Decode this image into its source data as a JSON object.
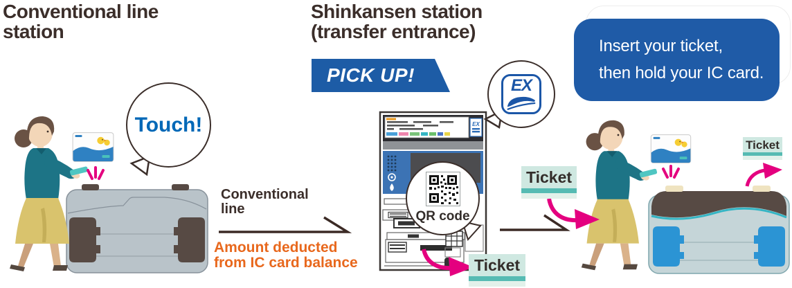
{
  "headings": {
    "conventional": {
      "line1": "Conventional line",
      "line2": "station"
    },
    "shinkansen": {
      "line1": "Shinkansen station",
      "line2": "(transfer entrance)"
    }
  },
  "pickup_banner": {
    "label": "PICK UP!"
  },
  "speech": {
    "touch": {
      "label": "Touch!"
    },
    "insert": {
      "line1": "Insert your ticket,",
      "line2": "then hold your IC card."
    },
    "qr": {
      "label": "QR code"
    }
  },
  "ex_logo": {
    "label": "EX"
  },
  "flow": {
    "conventional_line": {
      "line1": "Conventional",
      "line2": "line"
    },
    "amount_note": {
      "line1": "Amount deducted",
      "line2": "from IC card balance"
    }
  },
  "tickets": {
    "from_machine": "Ticket",
    "carried": "Ticket",
    "at_gate": "Ticket"
  },
  "machine": {
    "ex_badge": "EX"
  },
  "colors": {
    "accent_blue": "#1d5ca6",
    "bubble_blue": "#1f5ba7",
    "touch_blue": "#0068b7",
    "highlight_orange": "#e8681d",
    "arrow_magenta": "#e4007f",
    "ticket_mint": "#cfe8e1",
    "ticket_teal": "#56bbb3",
    "text_dark": "#3b2e2a"
  }
}
